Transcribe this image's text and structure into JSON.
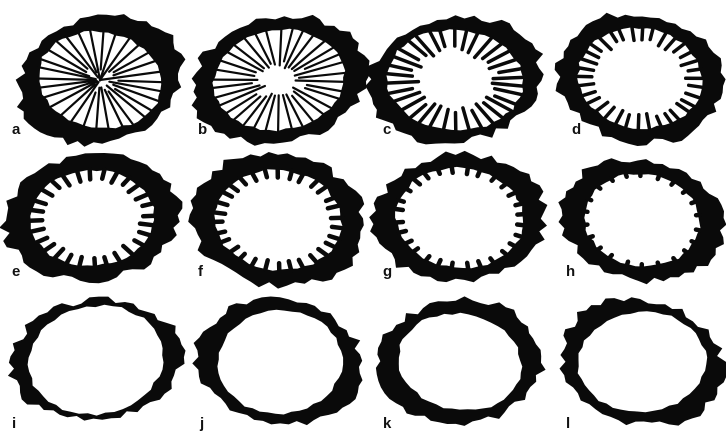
{
  "figure": {
    "colors": {
      "ink": "#0a0a0a",
      "paper": "#ffffff"
    },
    "panels": [
      {
        "label": "a"
      },
      {
        "label": "b"
      },
      {
        "label": "c"
      },
      {
        "label": "d"
      },
      {
        "label": "e"
      },
      {
        "label": "f"
      },
      {
        "label": "g"
      },
      {
        "label": "h"
      },
      {
        "label": "i"
      },
      {
        "label": "j"
      },
      {
        "label": "k"
      },
      {
        "label": "l"
      }
    ]
  }
}
